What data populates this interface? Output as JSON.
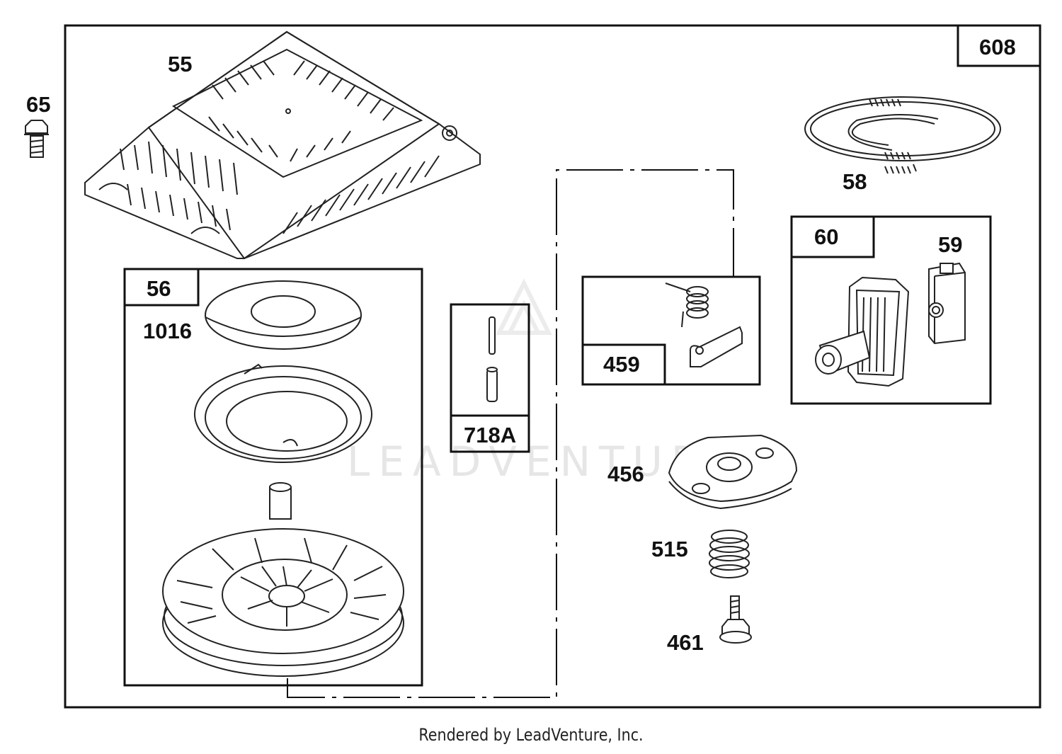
{
  "diagram": {
    "watermark": "LEADVENTURE",
    "labels": {
      "assembly": "608",
      "p65": "65",
      "p55": "55",
      "p56": "56",
      "p1016": "1016",
      "p718a": "718A",
      "p459": "459",
      "p456": "456",
      "p515": "515",
      "p461": "461",
      "p58": "58",
      "p60": "60",
      "p59": "59"
    }
  },
  "footer": {
    "text": "Rendered by LeadVenture, Inc."
  }
}
